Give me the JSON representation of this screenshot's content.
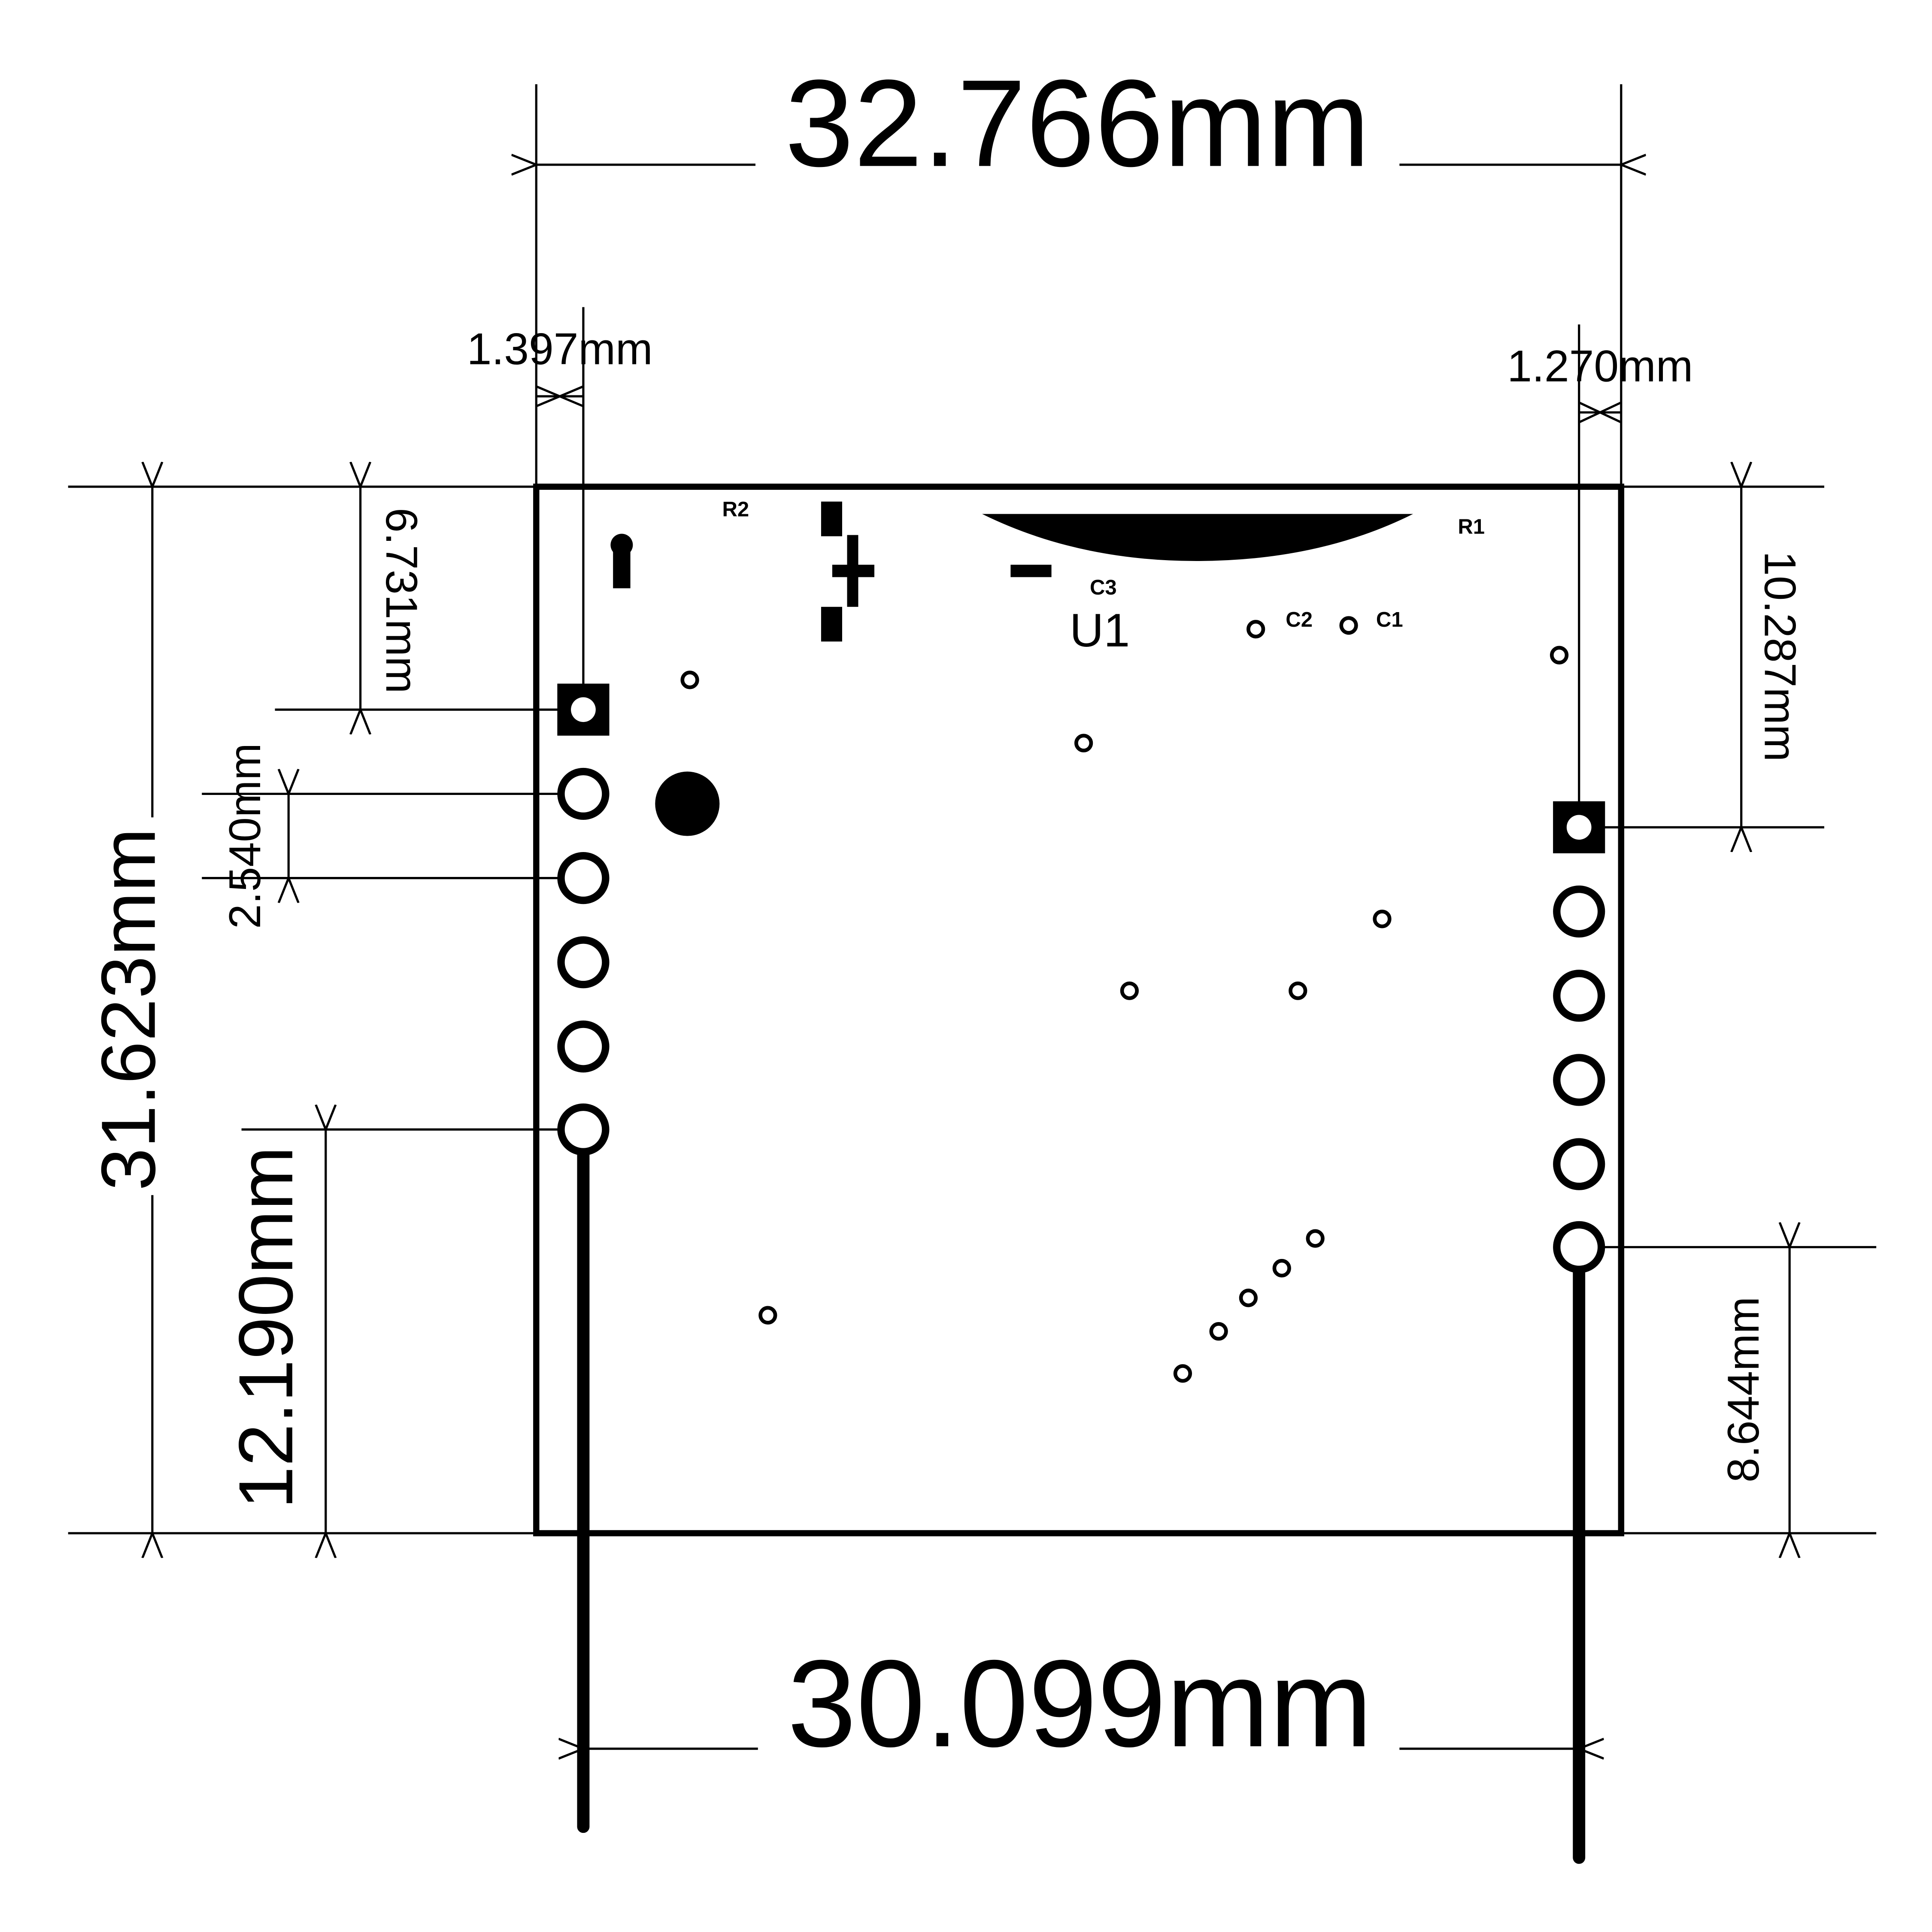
{
  "dimensions": {
    "width_top": "32.766mm",
    "width_bottom": "30.099mm",
    "height_total": "31.623mm",
    "left_offset": "1.397mm",
    "right_offset": "1.270mm",
    "left_pin1_from_top": "6.731mm",
    "pin_pitch": "2.540mm",
    "left_last_pin_from_bottom": "12.190mm",
    "right_pin1_from_top": "10.287mm",
    "right_last_pin_from_bottom": "8.644mm"
  },
  "components": {
    "r2": "R2",
    "r1": "R1",
    "c3": "C3",
    "c2": "C2",
    "c1": "C1",
    "u1": "U1"
  },
  "colors": {
    "ink": "#000000",
    "background": "#ffffff"
  }
}
